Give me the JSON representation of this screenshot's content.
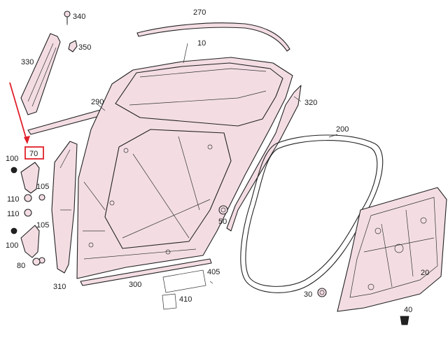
{
  "diagram": {
    "labels": {
      "l10": "10",
      "l20": "20",
      "l30": "30",
      "l40": "40",
      "l50": "50",
      "l70": "70",
      "l80": "80",
      "l100a": "100",
      "l100b": "100",
      "l105a": "105",
      "l105b": "105",
      "l110a": "110",
      "l110b": "110",
      "l200": "200",
      "l270": "270",
      "l290": "290",
      "l300": "300",
      "l310": "310",
      "l320": "320",
      "l330": "330",
      "l340": "340",
      "l350": "350",
      "l405": "405",
      "l410": "410"
    },
    "colors": {
      "part_fill": "#f3dde3",
      "outline": "#222222",
      "highlight": "#e0202a"
    }
  }
}
